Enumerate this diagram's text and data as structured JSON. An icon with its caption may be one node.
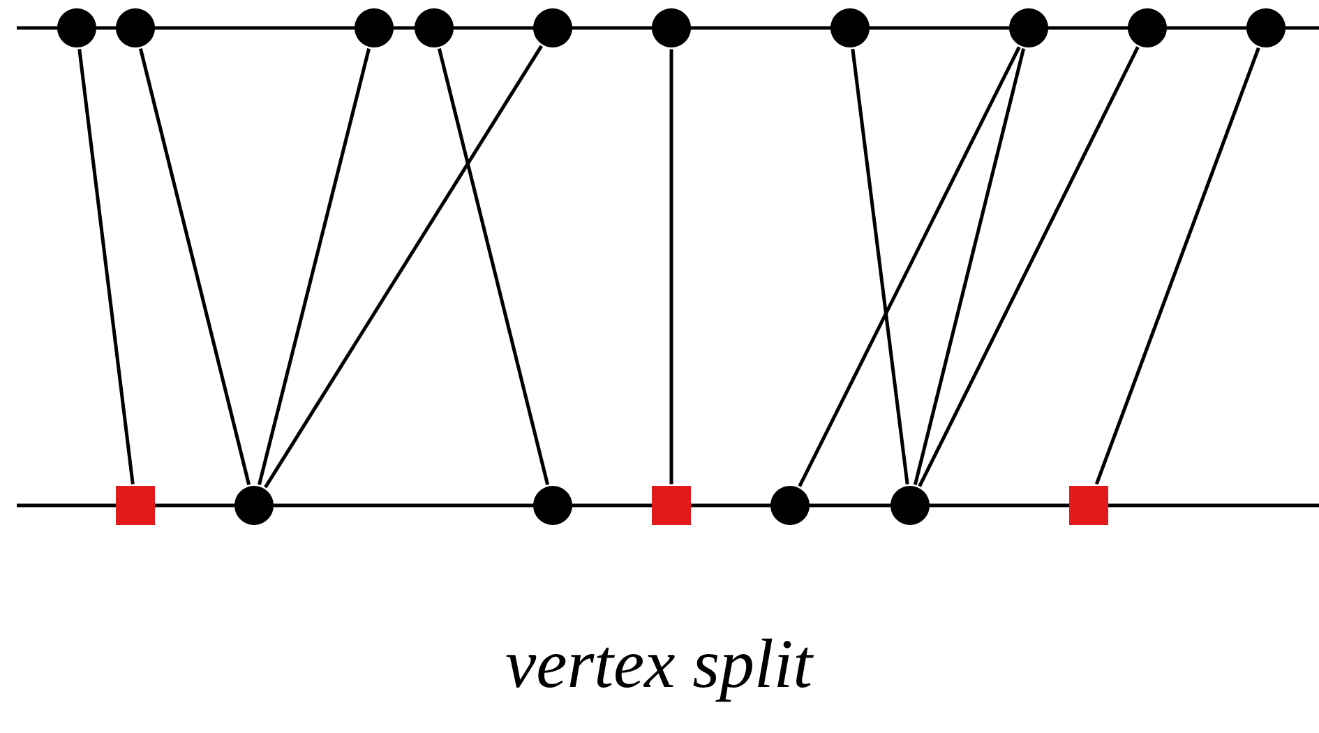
{
  "diagram": {
    "caption": "vertex split",
    "nodes": [
      {
        "text": [],
        "shape": "circle"
      },
      {
        "text": [],
        "shape": "circle"
      },
      {
        "text": [],
        "shape": "circle"
      },
      {
        "text": [],
        "shape": "circle"
      },
      {
        "text": [],
        "shape": "circle"
      },
      {
        "text": [],
        "shape": "circle"
      },
      {
        "text": [],
        "shape": "circle"
      },
      {
        "text": [],
        "shape": "circle"
      },
      {
        "text": [],
        "shape": "circle"
      },
      {
        "text": [],
        "shape": "circle"
      },
      {
        "text": [],
        "shape": "box"
      },
      {
        "text": [],
        "shape": "circle"
      },
      {
        "text": [],
        "shape": "circle"
      },
      {
        "text": [],
        "shape": "box"
      },
      {
        "text": [],
        "shape": "circle"
      },
      {
        "text": [],
        "shape": "circle"
      },
      {
        "text": [],
        "shape": "box"
      }
    ],
    "edges": [
      {
        "from": 0,
        "to": 10,
        "arrow": "none"
      },
      {
        "from": 1,
        "to": 11,
        "arrow": "none"
      },
      {
        "from": 2,
        "to": 11,
        "arrow": "none"
      },
      {
        "from": 4,
        "to": 11,
        "arrow": "none"
      },
      {
        "from": 3,
        "to": 12,
        "arrow": "none"
      },
      {
        "from": 5,
        "to": 13,
        "arrow": "none"
      },
      {
        "from": 6,
        "to": 15,
        "arrow": "none"
      },
      {
        "from": 7,
        "to": 14,
        "arrow": "none"
      },
      {
        "from": 7,
        "to": 15,
        "arrow": "none"
      },
      {
        "from": 8,
        "to": 15,
        "arrow": "none"
      },
      {
        "from": 9,
        "to": 16,
        "arrow": "none"
      }
    ]
  }
}
